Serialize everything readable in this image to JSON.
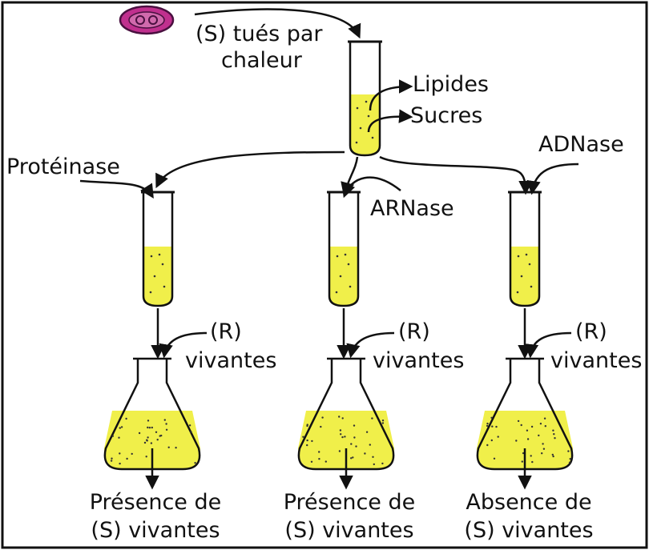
{
  "labels": {
    "heat_killed": [
      "(S) tués par",
      "chaleur"
    ],
    "lipids": "Lipides",
    "sugars": "Sucres",
    "proteinase": "Protéinase",
    "rnase": "ARNase",
    "dnase": "ADNase",
    "live_r": [
      "(R)",
      "vivantes"
    ],
    "results": [
      [
        "Présence de",
        "(S) vivantes"
      ],
      [
        "Présence de",
        "(S) vivantes"
      ],
      [
        "Absence de",
        "(S) vivantes"
      ]
    ]
  },
  "colors": {
    "liquid": "#f0ef4a",
    "bacterium_fill": "#c0308e",
    "bacterium_outline": "#4a1040",
    "frame": "#111111"
  },
  "icons": [
    "bacterium-icon"
  ]
}
